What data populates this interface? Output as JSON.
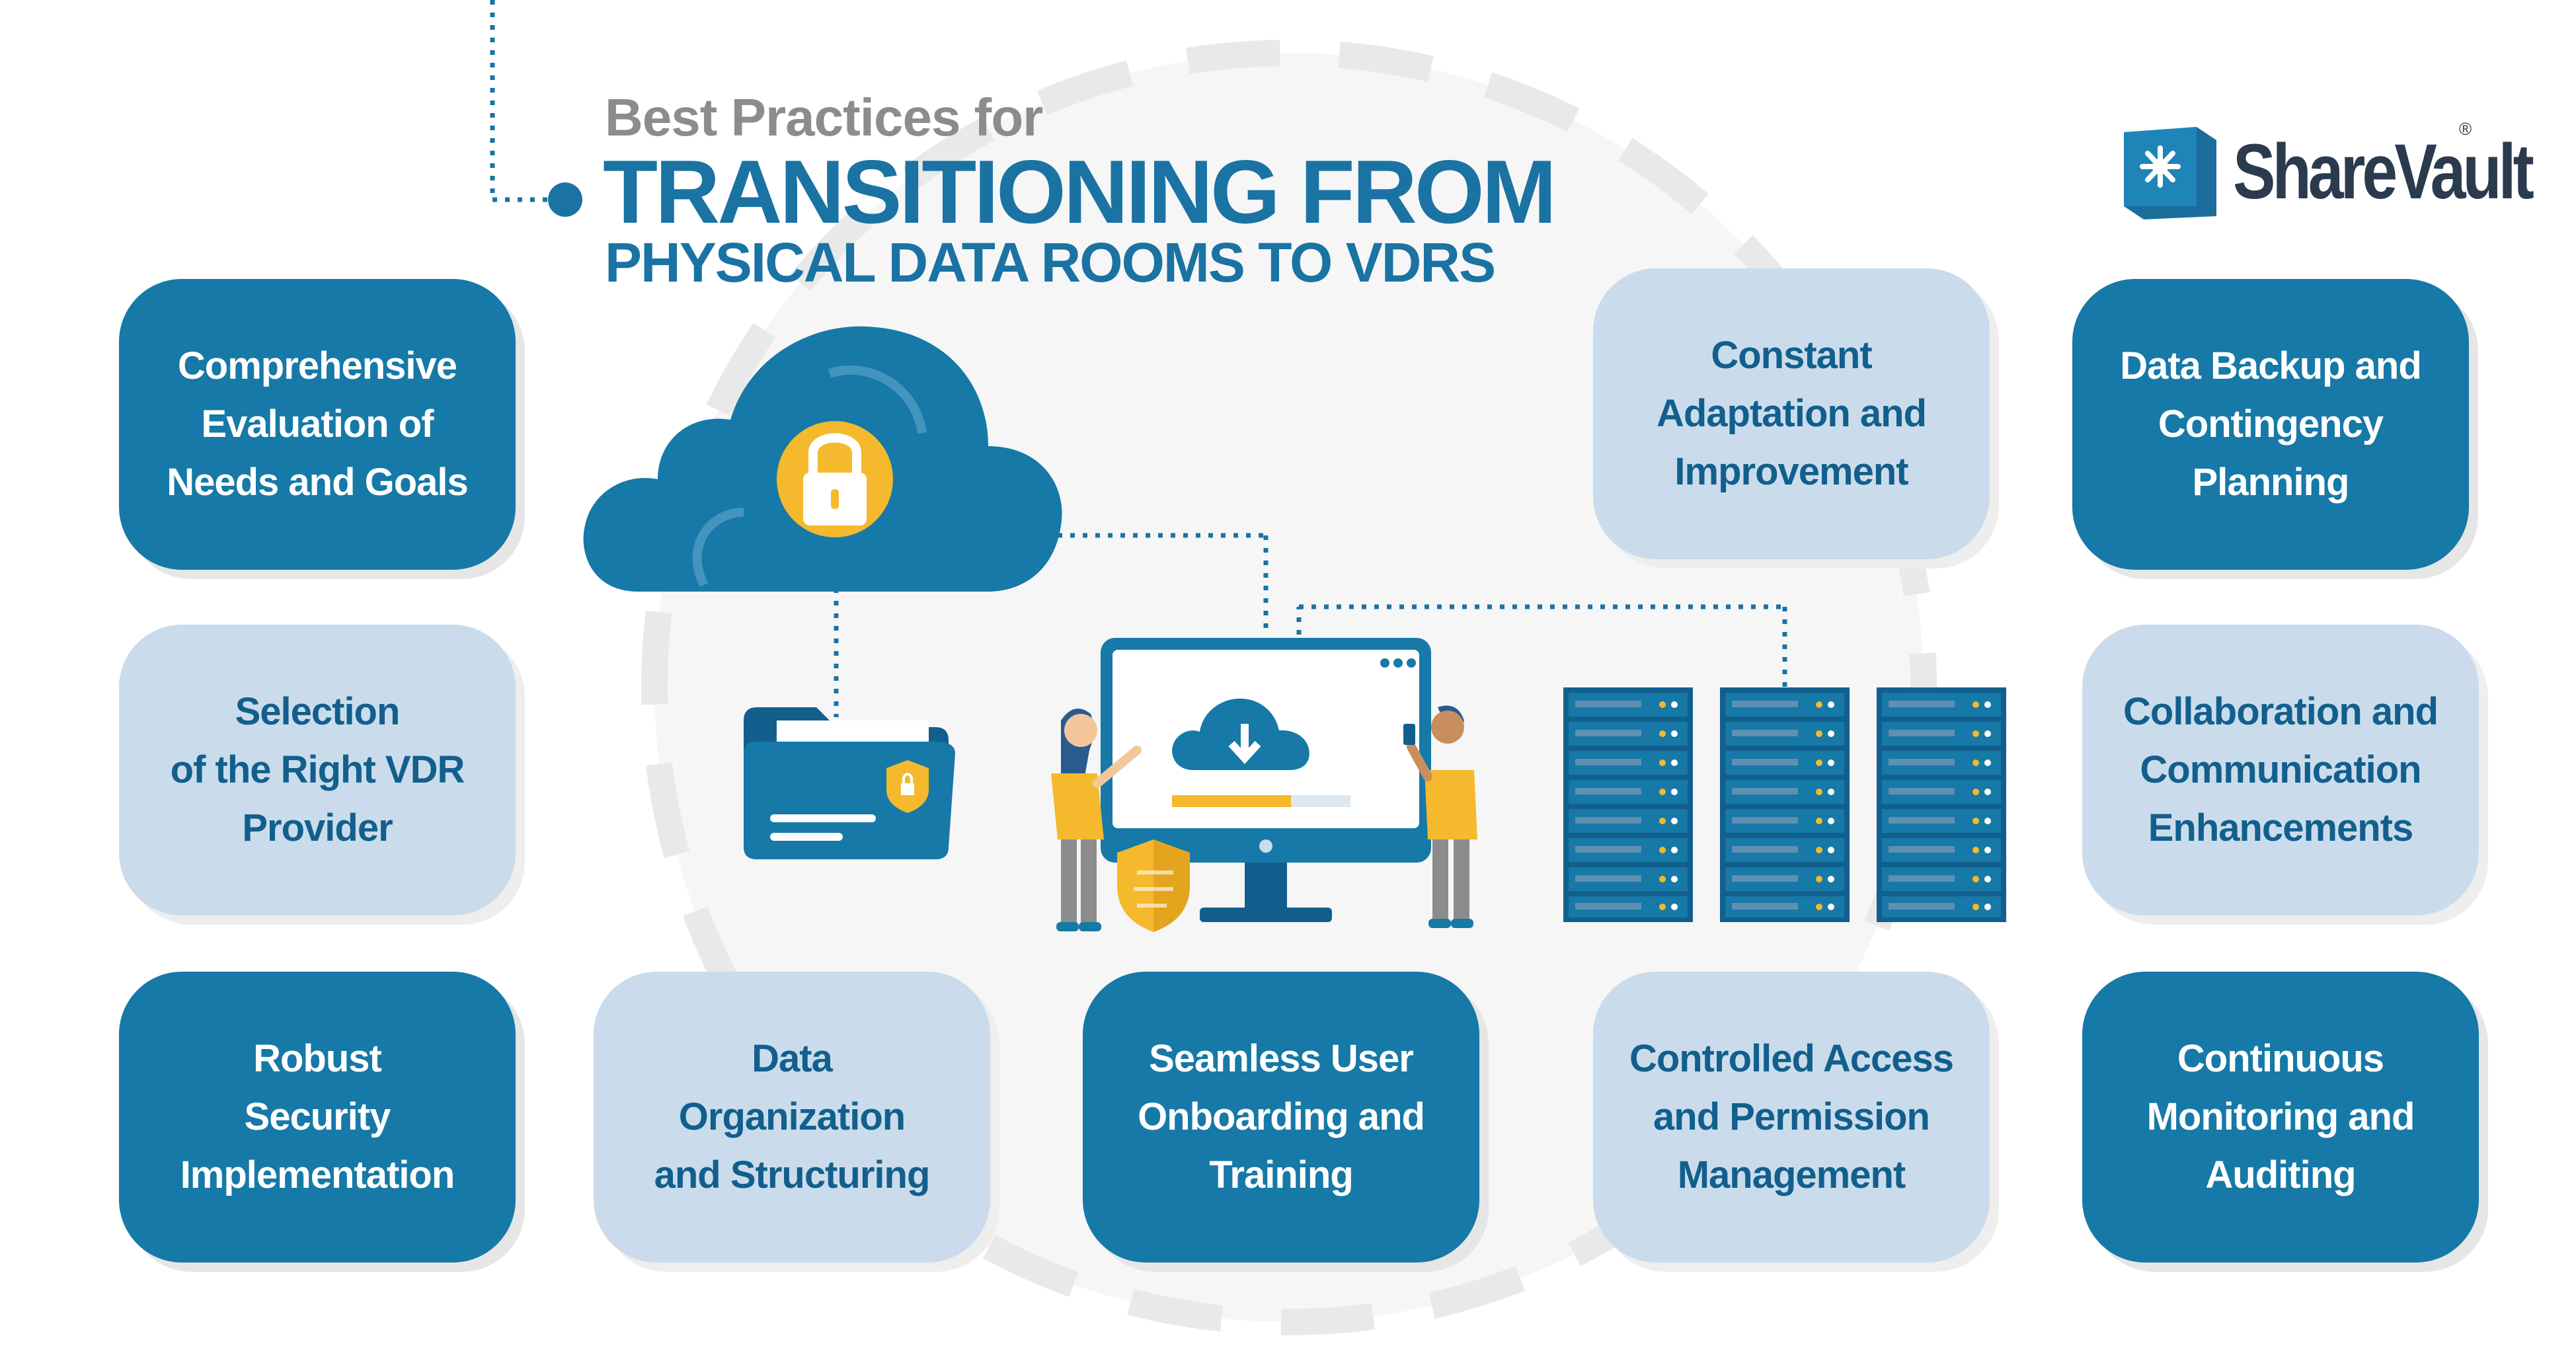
{
  "title": {
    "line1": "Best Practices for",
    "line2": "TRANSITIONING FROM",
    "line3": "PHYSICAL DATA ROOMS TO VDRS"
  },
  "logo": {
    "brand": "ShareVault",
    "registered": "®",
    "icon": "asterisk-shield-icon"
  },
  "colors": {
    "dark_card": "#1679a7",
    "light_card": "#cadceb",
    "title_blue": "#1a73a3",
    "accent_yellow": "#f4b92d"
  },
  "practices": [
    {
      "label": "Comprehensive\nEvaluation of\nNeeds and Goals",
      "style": "dark"
    },
    {
      "label": "Selection\nof the Right VDR\nProvider",
      "style": "light"
    },
    {
      "label": "Robust\nSecurity\nImplementation",
      "style": "dark"
    },
    {
      "label": "Data\nOrganization\nand Structuring",
      "style": "light"
    },
    {
      "label": "Seamless User\nOnboarding and\nTraining",
      "style": "dark"
    },
    {
      "label": "Controlled Access\nand Permission\nManagement",
      "style": "light"
    },
    {
      "label": "Constant\nAdaptation and\nImprovement",
      "style": "light"
    },
    {
      "label": "Data Backup and\nContingency\nPlanning",
      "style": "dark"
    },
    {
      "label": "Collaboration and\nCommunication\nEnhancements",
      "style": "light"
    },
    {
      "label": "Continuous\nMonitoring and\nAuditing",
      "style": "dark"
    }
  ],
  "illustration": {
    "icons": [
      "cloud-lock-icon",
      "secure-folder-icon",
      "monitor-download-icon",
      "server-rack-icon",
      "shield-icon",
      "person-icon"
    ]
  }
}
